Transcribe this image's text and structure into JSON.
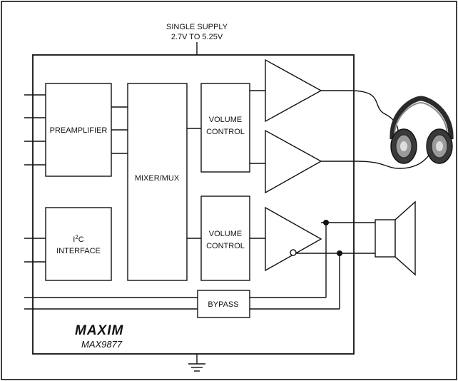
{
  "supply": {
    "line1": "SINGLE SUPPLY",
    "line2": "2.7V TO 5.25V"
  },
  "blocks": {
    "preamplifier": "PREAMPLIFIER",
    "mixer_mux": "MIXER/MUX",
    "volume_control_top": {
      "line1": "VOLUME",
      "line2": "CONTROL"
    },
    "volume_control_bottom": {
      "line1": "VOLUME",
      "line2": "CONTROL"
    },
    "i2c_interface": {
      "prefix": "I",
      "superscript": "2",
      "suffix": "C",
      "line2": "INTERFACE"
    },
    "bypass": "BYPASS"
  },
  "chip": {
    "brand_logo": "MAXIM",
    "part_number": "MAX9877"
  },
  "icons": {
    "headphones": "headphones-icon",
    "speaker": "speaker-icon",
    "ground": "ground-icon"
  }
}
